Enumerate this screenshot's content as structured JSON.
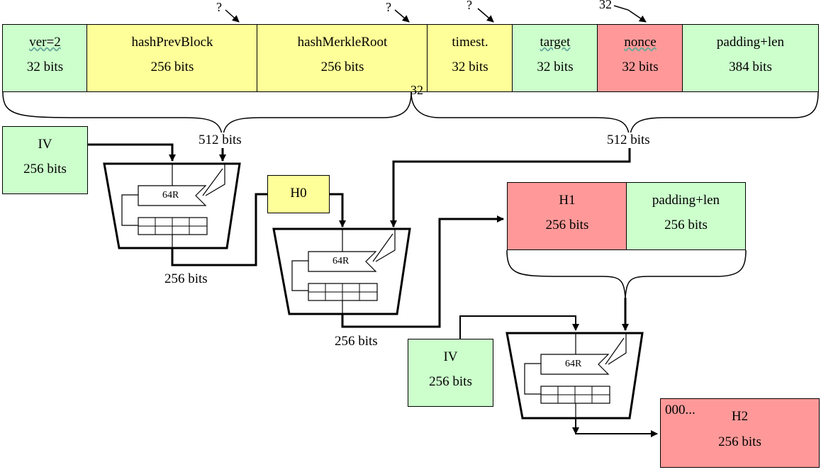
{
  "colors": {
    "green": "#ccffcc",
    "yellow": "#ffff99",
    "red": "#ff9999"
  },
  "header_fields": [
    {
      "name": "ver=2",
      "size": "32 bits",
      "color": "green"
    },
    {
      "name": "hashPrevBlock",
      "size": "256 bits",
      "color": "yellow"
    },
    {
      "name": "hashMerkleRoot",
      "size": "256 bits",
      "color": "yellow"
    },
    {
      "name": "timest.",
      "size": "32 bits",
      "color": "yellow"
    },
    {
      "name": "target",
      "size": "32 bits",
      "color": "green"
    },
    {
      "name": "nonce",
      "size": "32 bits",
      "color": "red"
    },
    {
      "name": "padding+len",
      "size": "384 bits",
      "color": "green"
    }
  ],
  "field_notes": [
    "?",
    "?",
    "?",
    "32"
  ],
  "split_note": "32",
  "block_size_labels": [
    "512 bits",
    "512 bits"
  ],
  "iv1": {
    "name": "IV",
    "size": "256 bits"
  },
  "h0": {
    "name": "H0"
  },
  "h1_block": {
    "name": "H1",
    "size": "256 bits",
    "pad_name": "padding+len",
    "pad_size": "256 bits"
  },
  "iv2": {
    "name": "IV",
    "size": "256 bits"
  },
  "h2": {
    "prefix": "000...",
    "name": "H2",
    "size": "256 bits"
  },
  "round_label": "64R",
  "output_labels": [
    "256 bits",
    "256 bits"
  ]
}
